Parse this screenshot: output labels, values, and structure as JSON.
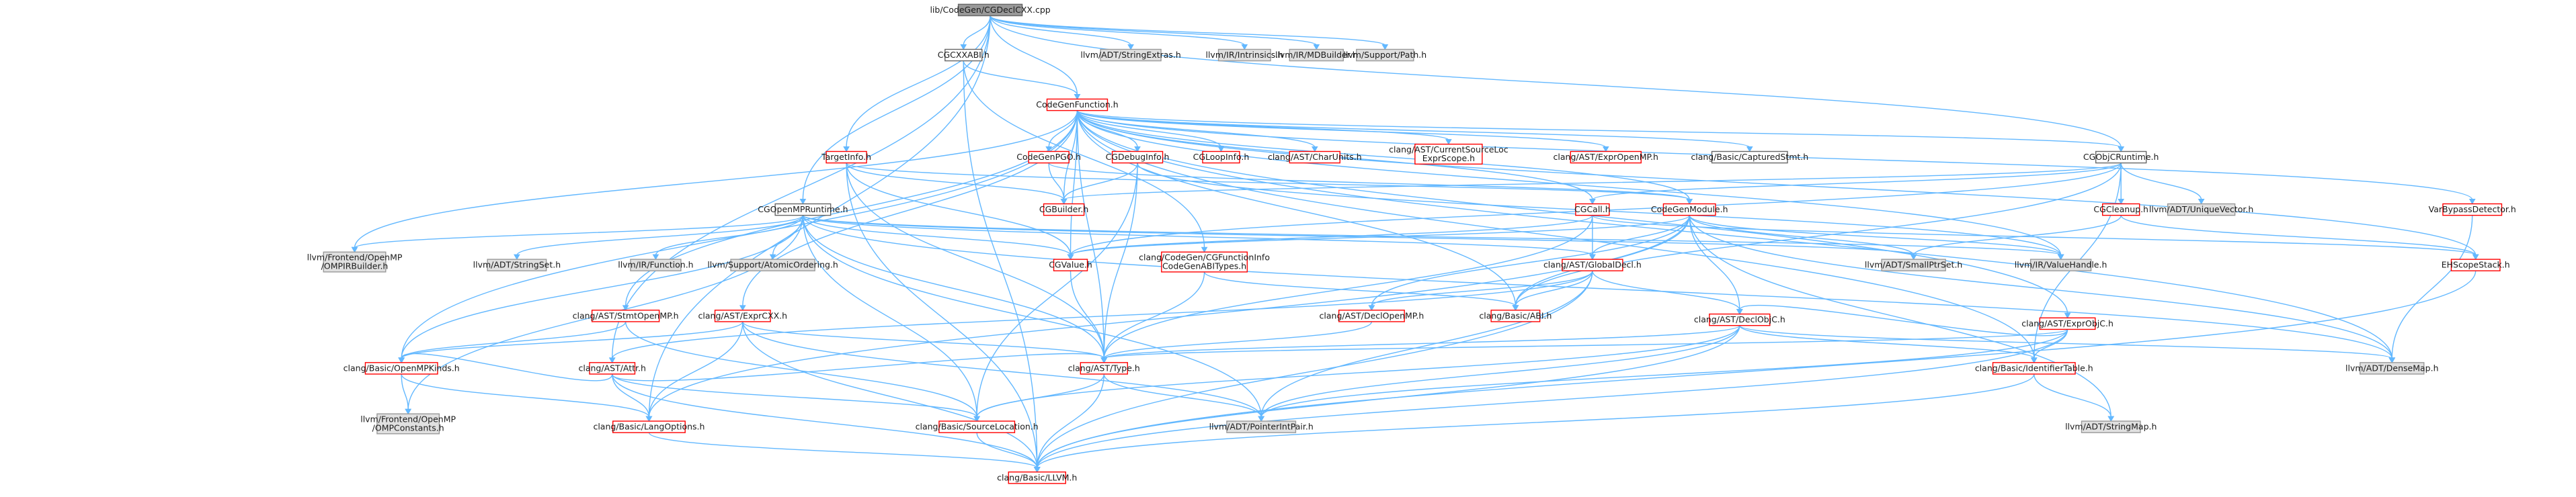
{
  "colors": {
    "edge": "#63b8ff",
    "root_fill": "#999999",
    "root_border": "#666666",
    "documented_fill": "#ffffff",
    "documented_border": "#ff0000",
    "plain_border": "#666666",
    "external_fill": "#e0e0e0",
    "external_border": "#999999"
  },
  "nodes": [
    {
      "id": "root",
      "label": "lib/CodeGen/CGDeclCXX.cpp",
      "kind": "root"
    },
    {
      "id": "cgcxxabi",
      "label": "CGCXXABI.h",
      "kind": "plain"
    },
    {
      "id": "strext",
      "label": "llvm/ADT/StringExtras.h",
      "kind": "external"
    },
    {
      "id": "intrinsics",
      "label": "llvm/IR/Intrinsics.h",
      "kind": "external"
    },
    {
      "id": "mdbuilder",
      "label": "llvm/IR/MDBuilder.h",
      "kind": "external"
    },
    {
      "id": "path",
      "label": "llvm/Support/Path.h",
      "kind": "external"
    },
    {
      "id": "cgfunc",
      "label": "CodeGenFunction.h",
      "kind": "documented"
    },
    {
      "id": "targetinfo",
      "label": "TargetInfo.h",
      "kind": "documented"
    },
    {
      "id": "cgpgo",
      "label": "CodeGenPGO.h",
      "kind": "documented"
    },
    {
      "id": "cgdebug",
      "label": "CGDebugInfo.h",
      "kind": "documented"
    },
    {
      "id": "cgloop",
      "label": "CGLoopInfo.h",
      "kind": "documented"
    },
    {
      "id": "charunits",
      "label": "clang/AST/CharUnits.h",
      "kind": "documented"
    },
    {
      "id": "cursrcloc",
      "label": "clang/AST/CurrentSourceLoc\nExprScope.h",
      "kind": "documented"
    },
    {
      "id": "exprompmp",
      "label": "clang/AST/ExprOpenMP.h",
      "kind": "documented"
    },
    {
      "id": "capstmt",
      "label": "clang/Basic/CapturedStmt.h",
      "kind": "plain"
    },
    {
      "id": "cgobjcrt",
      "label": "CGObjCRuntime.h",
      "kind": "plain"
    },
    {
      "id": "varbypass",
      "label": "VarBypassDetector.h",
      "kind": "documented"
    },
    {
      "id": "cgopenmprt",
      "label": "CGOpenMPRuntime.h",
      "kind": "plain"
    },
    {
      "id": "cgbuilder",
      "label": "CGBuilder.h",
      "kind": "documented"
    },
    {
      "id": "cgcall",
      "label": "CGCall.h",
      "kind": "documented"
    },
    {
      "id": "cgmodule",
      "label": "CodeGenModule.h",
      "kind": "documented"
    },
    {
      "id": "cgcleanup",
      "label": "CGCleanup.h",
      "kind": "documented"
    },
    {
      "id": "uniquevec",
      "label": "llvm/ADT/UniqueVector.h",
      "kind": "external"
    },
    {
      "id": "ompirbuilder",
      "label": "llvm/Frontend/OpenMP\n/OMPIRBuilder.h",
      "kind": "external"
    },
    {
      "id": "stringset",
      "label": "llvm/ADT/StringSet.h",
      "kind": "external"
    },
    {
      "id": "irfunction",
      "label": "llvm/IR/Function.h",
      "kind": "external"
    },
    {
      "id": "atomicord",
      "label": "llvm/Support/AtomicOrdering.h",
      "kind": "external"
    },
    {
      "id": "cgvalue",
      "label": "CGValue.h",
      "kind": "documented"
    },
    {
      "id": "cgabitypes",
      "label": "clang/CodeGen/CGFunctionInfo\nCodeGenABITypes.h",
      "kind": "documented"
    },
    {
      "id": "globaldecl",
      "label": "clang/AST/GlobalDecl.h",
      "kind": "documented"
    },
    {
      "id": "smallptrset",
      "label": "llvm/ADT/SmallPtrSet.h",
      "kind": "external"
    },
    {
      "id": "valuehandle",
      "label": "llvm/IR/ValueHandle.h",
      "kind": "external"
    },
    {
      "id": "exprobjc",
      "label": "clang/AST/ExprObjC.h",
      "kind": "documented"
    },
    {
      "id": "ehscope",
      "label": "EHScopeStack.h",
      "kind": "documented"
    },
    {
      "id": "stmtopenmp",
      "label": "clang/AST/StmtOpenMP.h",
      "kind": "documented"
    },
    {
      "id": "attr",
      "label": "clang/AST/Attr.h",
      "kind": "documented"
    },
    {
      "id": "exprcxx",
      "label": "clang/AST/ExprCXX.h",
      "kind": "documented"
    },
    {
      "id": "declopenmp",
      "label": "clang/AST/DeclOpenMP.h",
      "kind": "documented"
    },
    {
      "id": "basicabi",
      "label": "clang/Basic/ABI.h",
      "kind": "documented"
    },
    {
      "id": "declobjc",
      "label": "clang/AST/DeclObjC.h",
      "kind": "documented"
    },
    {
      "id": "openmpkinds",
      "label": "clang/Basic/OpenMPKinds.h",
      "kind": "documented"
    },
    {
      "id": "asttype",
      "label": "clang/AST/Type.h",
      "kind": "documented"
    },
    {
      "id": "identtable",
      "label": "clang/Basic/IdentifierTable.h",
      "kind": "documented"
    },
    {
      "id": "densemap",
      "label": "llvm/ADT/DenseMap.h",
      "kind": "external"
    },
    {
      "id": "ompconstants",
      "label": "llvm/Frontend/OpenMP\n/OMPConstants.h",
      "kind": "external"
    },
    {
      "id": "langopts",
      "label": "clang/Basic/LangOptions.h",
      "kind": "documented"
    },
    {
      "id": "srcloc",
      "label": "clang/Basic/SourceLocation.h",
      "kind": "documented"
    },
    {
      "id": "ptrintpair",
      "label": "llvm/ADT/PointerIntPair.h",
      "kind": "external"
    },
    {
      "id": "stringmap",
      "label": "llvm/ADT/StringMap.h",
      "kind": "external"
    },
    {
      "id": "llvmh",
      "label": "clang/Basic/LLVM.h",
      "kind": "documented"
    }
  ],
  "edges": [
    [
      "root",
      "cgcxxabi"
    ],
    [
      "root",
      "strext"
    ],
    [
      "root",
      "intrinsics"
    ],
    [
      "root",
      "mdbuilder"
    ],
    [
      "root",
      "path"
    ],
    [
      "root",
      "cgfunc"
    ],
    [
      "root",
      "targetinfo"
    ],
    [
      "root",
      "cgopenmprt"
    ],
    [
      "root",
      "cgobjcrt"
    ],
    [
      "root",
      "attr"
    ],
    [
      "root",
      "langopts"
    ],
    [
      "cgcxxabi",
      "cgfunc"
    ],
    [
      "cgcxxabi",
      "llvmh"
    ],
    [
      "cgcxxabi",
      "cgabitypes"
    ],
    [
      "cgfunc",
      "cgpgo"
    ],
    [
      "cgfunc",
      "cgdebug"
    ],
    [
      "cgfunc",
      "cgloop"
    ],
    [
      "cgfunc",
      "charunits"
    ],
    [
      "cgfunc",
      "cursrcloc"
    ],
    [
      "cgfunc",
      "exprompmp"
    ],
    [
      "cgfunc",
      "capstmt"
    ],
    [
      "cgfunc",
      "cgobjcrt"
    ],
    [
      "cgfunc",
      "varbypass"
    ],
    [
      "cgfunc",
      "cgbuilder"
    ],
    [
      "cgfunc",
      "cgcall"
    ],
    [
      "cgfunc",
      "cgmodule"
    ],
    [
      "cgfunc",
      "cgvalue"
    ],
    [
      "cgfunc",
      "valuehandle"
    ],
    [
      "cgfunc",
      "exprobjc"
    ],
    [
      "cgfunc",
      "ehscope"
    ],
    [
      "cgfunc",
      "stmtopenmp"
    ],
    [
      "cgfunc",
      "exprcxx"
    ],
    [
      "cgfunc",
      "basicabi"
    ],
    [
      "cgfunc",
      "openmpkinds"
    ],
    [
      "cgfunc",
      "asttype"
    ],
    [
      "cgfunc",
      "identtable"
    ],
    [
      "cgfunc",
      "densemap"
    ],
    [
      "cgfunc",
      "ompirbuilder"
    ],
    [
      "targetinfo",
      "cgbuilder"
    ],
    [
      "targetinfo",
      "cgvalue"
    ],
    [
      "targetinfo",
      "cgmodule"
    ],
    [
      "targetinfo",
      "asttype"
    ],
    [
      "targetinfo",
      "llvmh"
    ],
    [
      "cgpgo",
      "cgbuilder"
    ],
    [
      "cgpgo",
      "cgmodule"
    ],
    [
      "cgdebug",
      "cgbuilder"
    ],
    [
      "cgdebug",
      "asttype"
    ],
    [
      "cgdebug",
      "valuehandle"
    ],
    [
      "cgdebug",
      "srcloc"
    ],
    [
      "cgobjcrt",
      "cgbuilder"
    ],
    [
      "cgobjcrt",
      "cgcall"
    ],
    [
      "cgobjcrt",
      "cgcleanup"
    ],
    [
      "cgobjcrt",
      "uniquevec"
    ],
    [
      "cgobjcrt",
      "cgvalue"
    ],
    [
      "cgobjcrt",
      "identtable"
    ],
    [
      "cgobjcrt",
      "basicabi"
    ],
    [
      "varbypass",
      "densemap"
    ],
    [
      "cgopenmprt",
      "cgvalue"
    ],
    [
      "cgopenmprt",
      "ompirbuilder"
    ],
    [
      "cgopenmprt",
      "stringset"
    ],
    [
      "cgopenmprt",
      "irfunction"
    ],
    [
      "cgopenmprt",
      "atomicord"
    ],
    [
      "cgopenmprt",
      "globaldecl"
    ],
    [
      "cgopenmprt",
      "asttype"
    ],
    [
      "cgopenmprt",
      "openmpkinds"
    ],
    [
      "cgopenmprt",
      "srcloc"
    ],
    [
      "cgopenmprt",
      "smallptrset"
    ],
    [
      "cgopenmprt",
      "valuehandle"
    ],
    [
      "cgopenmprt",
      "densemap"
    ],
    [
      "cgopenmprt",
      "ompconstants"
    ],
    [
      "cgopenmprt",
      "ptrintpair"
    ],
    [
      "cgcall",
      "cgvalue"
    ],
    [
      "cgcall",
      "globaldecl"
    ],
    [
      "cgcall",
      "ehscope"
    ],
    [
      "cgcall",
      "asttype"
    ],
    [
      "cgmodule",
      "cgvalue"
    ],
    [
      "cgmodule",
      "globaldecl"
    ],
    [
      "cgmodule",
      "smallptrset"
    ],
    [
      "cgmodule",
      "valuehandle"
    ],
    [
      "cgmodule",
      "declobjc"
    ],
    [
      "cgmodule",
      "declopenmp"
    ],
    [
      "cgmodule",
      "basicabi"
    ],
    [
      "cgmodule",
      "stringmap"
    ],
    [
      "cgmodule",
      "densemap"
    ],
    [
      "cgmodule",
      "langopts"
    ],
    [
      "cgcleanup",
      "ehscope"
    ],
    [
      "cgcleanup",
      "smallptrset"
    ],
    [
      "cgvalue",
      "asttype"
    ],
    [
      "cgabitypes",
      "asttype"
    ],
    [
      "cgabitypes",
      "basicabi"
    ],
    [
      "globaldecl",
      "declobjc"
    ],
    [
      "globaldecl",
      "declopenmp"
    ],
    [
      "globaldecl",
      "basicabi"
    ],
    [
      "globaldecl",
      "ptrintpair"
    ],
    [
      "globaldecl",
      "llvmh"
    ],
    [
      "globaldecl",
      "attr"
    ],
    [
      "exprobjc",
      "declobjc"
    ],
    [
      "exprobjc",
      "asttype"
    ],
    [
      "exprobjc",
      "identtable"
    ],
    [
      "exprobjc",
      "llvmh"
    ],
    [
      "exprobjc",
      "ptrintpair"
    ],
    [
      "ehscope",
      "llvmh"
    ],
    [
      "stmtopenmp",
      "openmpkinds"
    ],
    [
      "stmtopenmp",
      "srcloc"
    ],
    [
      "attr",
      "asttype"
    ],
    [
      "attr",
      "langopts"
    ],
    [
      "attr",
      "openmpkinds"
    ],
    [
      "attr",
      "llvmh"
    ],
    [
      "attr",
      "srcloc"
    ],
    [
      "exprcxx",
      "asttype"
    ],
    [
      "exprcxx",
      "langopts"
    ],
    [
      "exprcxx",
      "openmpkinds"
    ],
    [
      "exprcxx",
      "llvmh"
    ],
    [
      "exprcxx",
      "ptrintpair"
    ],
    [
      "declopenmp",
      "asttype"
    ],
    [
      "declobjc",
      "asttype"
    ],
    [
      "declobjc",
      "identtable"
    ],
    [
      "declobjc",
      "densemap"
    ],
    [
      "declobjc",
      "srcloc"
    ],
    [
      "declobjc",
      "ptrintpair"
    ],
    [
      "declobjc",
      "llvmh"
    ],
    [
      "openmpkinds",
      "langopts"
    ],
    [
      "openmpkinds",
      "ompconstants"
    ],
    [
      "asttype",
      "srcloc"
    ],
    [
      "asttype",
      "ptrintpair"
    ],
    [
      "asttype",
      "llvmh"
    ],
    [
      "identtable",
      "stringmap"
    ],
    [
      "identtable",
      "llvmh"
    ],
    [
      "langopts",
      "llvmh"
    ],
    [
      "srcloc",
      "llvmh"
    ]
  ]
}
